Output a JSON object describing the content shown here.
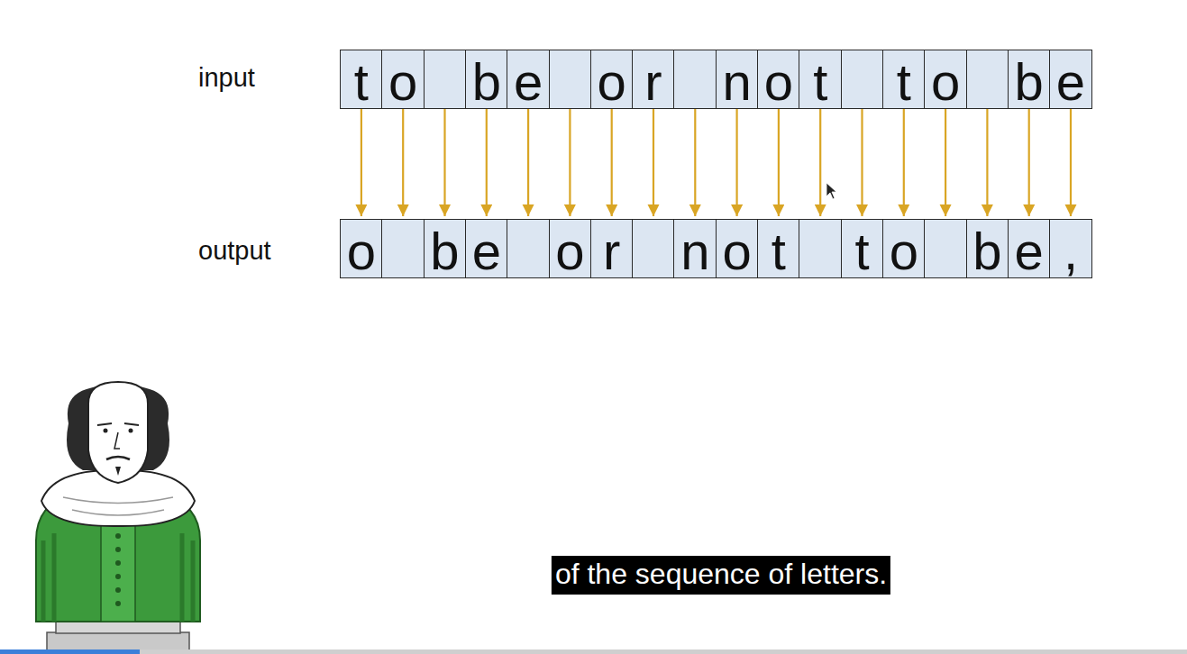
{
  "diagram": {
    "nodes": [
      {
        "text": [
          "t"
        ]
      },
      {
        "text": [
          "o"
        ]
      },
      {
        "text": []
      },
      {
        "text": [
          "b"
        ]
      },
      {
        "text": [
          "e"
        ]
      },
      {
        "text": []
      },
      {
        "text": [
          "o"
        ]
      },
      {
        "text": [
          "r"
        ]
      },
      {
        "text": []
      },
      {
        "text": [
          "n"
        ]
      },
      {
        "text": [
          "o"
        ]
      },
      {
        "text": [
          "t"
        ]
      },
      {
        "text": []
      },
      {
        "text": [
          "t"
        ]
      },
      {
        "text": [
          "o"
        ]
      },
      {
        "text": []
      },
      {
        "text": [
          "b"
        ]
      },
      {
        "text": [
          "e"
        ]
      },
      {
        "text": [
          "o"
        ]
      },
      {
        "text": []
      },
      {
        "text": [
          "b"
        ]
      },
      {
        "text": [
          "e"
        ]
      },
      {
        "text": []
      },
      {
        "text": [
          "o"
        ]
      },
      {
        "text": [
          "r"
        ]
      },
      {
        "text": []
      },
      {
        "text": [
          "n"
        ]
      },
      {
        "text": [
          "o"
        ]
      },
      {
        "text": [
          "t"
        ]
      },
      {
        "text": []
      },
      {
        "text": [
          "t"
        ]
      },
      {
        "text": [
          "o"
        ]
      },
      {
        "text": []
      },
      {
        "text": [
          "b"
        ]
      },
      {
        "text": [
          "e"
        ]
      },
      {
        "text": [
          ","
        ]
      }
    ],
    "edges": [
      {
        "from": 0,
        "to": 18,
        "arrow": "to"
      },
      {
        "from": 1,
        "to": 19,
        "arrow": "to"
      },
      {
        "from": 2,
        "to": 20,
        "arrow": "to"
      },
      {
        "from": 3,
        "to": 21,
        "arrow": "to"
      },
      {
        "from": 4,
        "to": 22,
        "arrow": "to"
      },
      {
        "from": 5,
        "to": 23,
        "arrow": "to"
      },
      {
        "from": 6,
        "to": 24,
        "arrow": "to"
      },
      {
        "from": 7,
        "to": 25,
        "arrow": "to"
      },
      {
        "from": 8,
        "to": 26,
        "arrow": "to"
      },
      {
        "from": 9,
        "to": 27,
        "arrow": "to"
      },
      {
        "from": 10,
        "to": 28,
        "arrow": "to"
      },
      {
        "from": 11,
        "to": 29,
        "arrow": "to"
      },
      {
        "from": 12,
        "to": 30,
        "arrow": "to"
      },
      {
        "from": 13,
        "to": 31,
        "arrow": "to"
      },
      {
        "from": 14,
        "to": 32,
        "arrow": "to"
      },
      {
        "from": 15,
        "to": 33,
        "arrow": "to"
      },
      {
        "from": 16,
        "to": 34,
        "arrow": "to"
      },
      {
        "from": 17,
        "to": 35,
        "arrow": "to"
      }
    ],
    "labels": [
      "input",
      "output",
      "of the sequence of letters."
    ]
  }
}
